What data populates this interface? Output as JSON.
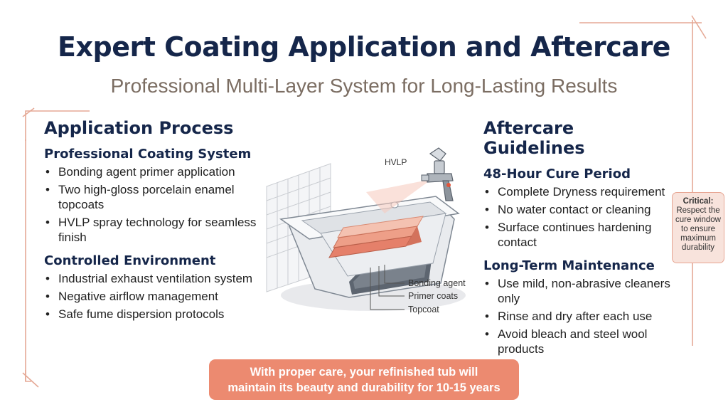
{
  "title": "Expert Coating Application and Aftercare",
  "subtitle": "Professional Multi-Layer System for Long-Lasting Results",
  "colors": {
    "accent": "#ec8a70",
    "heading": "#15264a",
    "subtitle": "#7b6d62",
    "frame": "#e5a996"
  },
  "application": {
    "heading": "Application Process",
    "system": {
      "heading": "Professional Coating System",
      "items": [
        "Bonding agent primer application",
        "Two high-gloss porcelain enamel topcoats",
        "HVLP spray technology for seamless finish"
      ]
    },
    "environment": {
      "heading": "Controlled Environment",
      "items": [
        "Industrial exhaust ventilation system",
        "Negative airflow management",
        "Safe fume dispersion protocols"
      ]
    }
  },
  "aftercare": {
    "heading": "Aftercare Guidelines",
    "cure": {
      "heading": "48-Hour Cure Period",
      "items": [
        "Complete Dryness requirement",
        "No water contact or cleaning",
        "Surface continues hardening contact"
      ]
    },
    "maintenance": {
      "heading": "Long-Term Maintenance",
      "items": [
        "Use mild, non-abrasive cleaners only",
        "Rinse and dry after each use",
        "Avoid bleach and steel wool products"
      ]
    }
  },
  "diagram": {
    "spray_label": "HVLP",
    "layers": [
      "Bonding agent",
      "Primer coats",
      "Topcoat"
    ]
  },
  "critical": {
    "label": "Critical:",
    "text": "Respect the cure window to ensure maximum durability"
  },
  "banner": {
    "line1": "With proper care, your refinished tub will",
    "line2": "maintain its beauty and durability for 10-15 years"
  }
}
